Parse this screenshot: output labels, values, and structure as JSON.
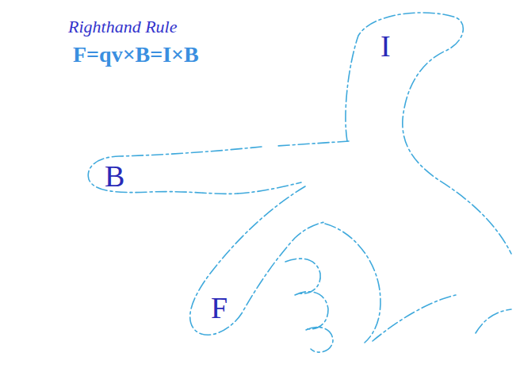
{
  "diagram": {
    "title": "Righthand Rule",
    "labels": [
      "F=qv×B=I×B",
      "I",
      "B",
      "F"
    ]
  }
}
